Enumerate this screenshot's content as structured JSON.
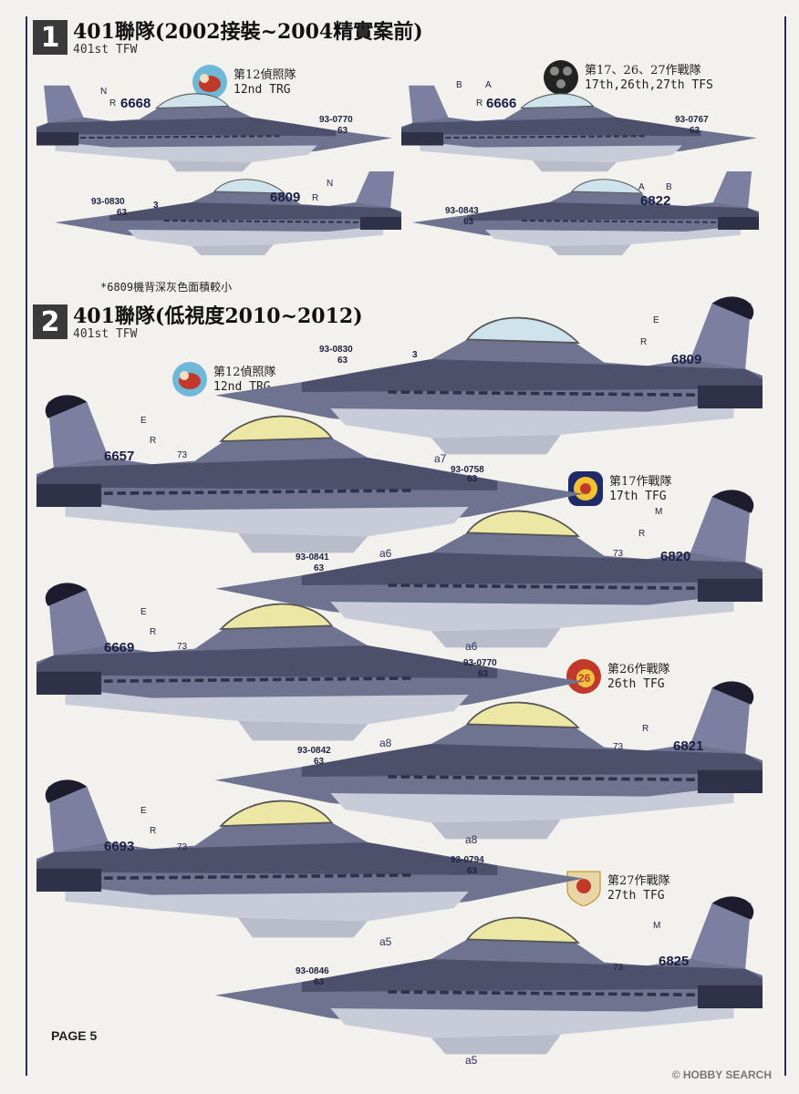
{
  "section1": {
    "number": "1",
    "title": "401聯隊(2002接裝~2004精實案前)",
    "subtitle": "401st TFW",
    "unit_a": {
      "line1": "第12偵照隊",
      "line2": "12nd TRG"
    },
    "unit_b": {
      "line1": "第17、26、27作戰隊",
      "line2": "17th,26th,27th TFS"
    },
    "jets": [
      {
        "tail": "6668",
        "code": "R",
        "letter": "N",
        "fin": "6668",
        "serial": "93-0770",
        "num": "63"
      },
      {
        "tail": "6666",
        "code": "R",
        "letter": "B",
        "letter2": "A",
        "fin": "6666",
        "serial": "93-0767",
        "num": "63"
      },
      {
        "tail": "6809",
        "code": "R",
        "letter": "N",
        "fin": "6809",
        "serial": "93-0830",
        "num": "63",
        "extra": "3"
      },
      {
        "tail": "6822",
        "code": "B",
        "letter": "A",
        "fin": "6822",
        "serial": "93-0843",
        "num": "63"
      }
    ],
    "note": "*6809機背深灰色面積較小"
  },
  "section2": {
    "number": "2",
    "title": "401聯隊(低視度2010~2012)",
    "subtitle": "401st TFW",
    "units": [
      {
        "line1": "第12偵照隊",
        "line2": "12nd TRG"
      },
      {
        "line1": "第17作戰隊",
        "line2": "17th TFG"
      },
      {
        "line1": "第26作戰隊",
        "line2": "26th TFG"
      },
      {
        "line1": "第27作戰隊",
        "line2": "27th TFG"
      }
    ],
    "jets": [
      {
        "tail": "6809",
        "letter": "E",
        "code": "R",
        "serial": "93-0830",
        "num": "63",
        "extra": "3",
        "wpn": "a7"
      },
      {
        "tail": "6657",
        "letter": "E",
        "code": "R",
        "fin": "73",
        "serial": "93-0758",
        "num": "63",
        "wpn": "a6"
      },
      {
        "tail": "6820",
        "letter": "M",
        "code": "R",
        "fin": "73",
        "serial": "93-0841",
        "num": "63",
        "wpn": "a6"
      },
      {
        "tail": "6669",
        "letter": "E",
        "code": "R",
        "fin": "73",
        "serial": "93-0770",
        "num": "63",
        "wpn": "a8"
      },
      {
        "tail": "6821",
        "letter": "R",
        "code": "",
        "fin": "73",
        "serial": "93-0842",
        "num": "63",
        "wpn": "a8"
      },
      {
        "tail": "6693",
        "letter": "E",
        "code": "R",
        "fin": "73",
        "serial": "93-0794",
        "num": "63",
        "wpn": "a5"
      },
      {
        "tail": "6825",
        "letter": "M",
        "code": "",
        "fin": "73",
        "serial": "93-0846",
        "num": "63",
        "wpn": "a5"
      }
    ],
    "badge26": "26"
  },
  "footer": {
    "page": "PAGE  5",
    "watermark": "© HOBBY SEARCH"
  },
  "colors": {
    "jet_dark": "#545872",
    "jet_mid": "#7a7f98",
    "jet_light": "#c9cdd8",
    "canopy_blue": "#cfe3ec",
    "canopy_gold": "#ece7a5",
    "tail_black": "#1c1c2e"
  }
}
